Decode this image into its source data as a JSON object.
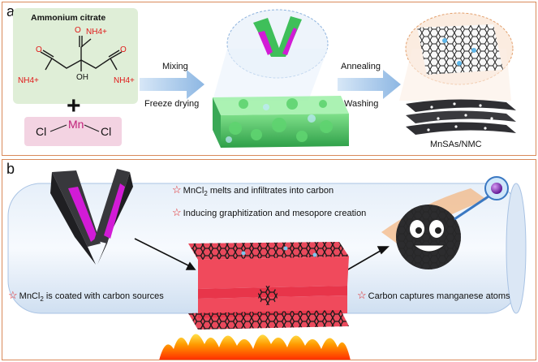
{
  "panel_a": {
    "label": "a",
    "reagent_title": "Ammonium citrate",
    "nh4_label": "NH4+",
    "oh_label": "OH",
    "o_label": "O",
    "plus_sign": "+",
    "mncl2": {
      "cl_left": "Cl",
      "mn": "Mn",
      "cl_right": "Cl"
    },
    "arrow1_top": "Mixing",
    "arrow1_bottom": "Freeze drying",
    "arrow2_top": "Annealing",
    "arrow2_bottom": "Washing",
    "product_label": "MnSAs/NMC"
  },
  "panel_b": {
    "label": "b",
    "step1": "MnCl",
    "step1_rest": " melts and infiltrates into carbon",
    "step2": "Inducing graphitization and mesopore creation",
    "step3": "MnCl",
    "step3_rest": " is coated with carbon sources",
    "step4": "Carbon captures manganese atoms",
    "subscript": "2"
  },
  "colors": {
    "border": "#d98a5a",
    "accent_red": "#e01818",
    "citrate_bg": "#dfeed7",
    "mncl2_bg": "#f3d3e2",
    "arrow_blue": "#9fc3e8",
    "crystal_magenta": "#d21bd6",
    "carbon_red": "#e8354a",
    "tube_blue": "#c7dbf2"
  }
}
